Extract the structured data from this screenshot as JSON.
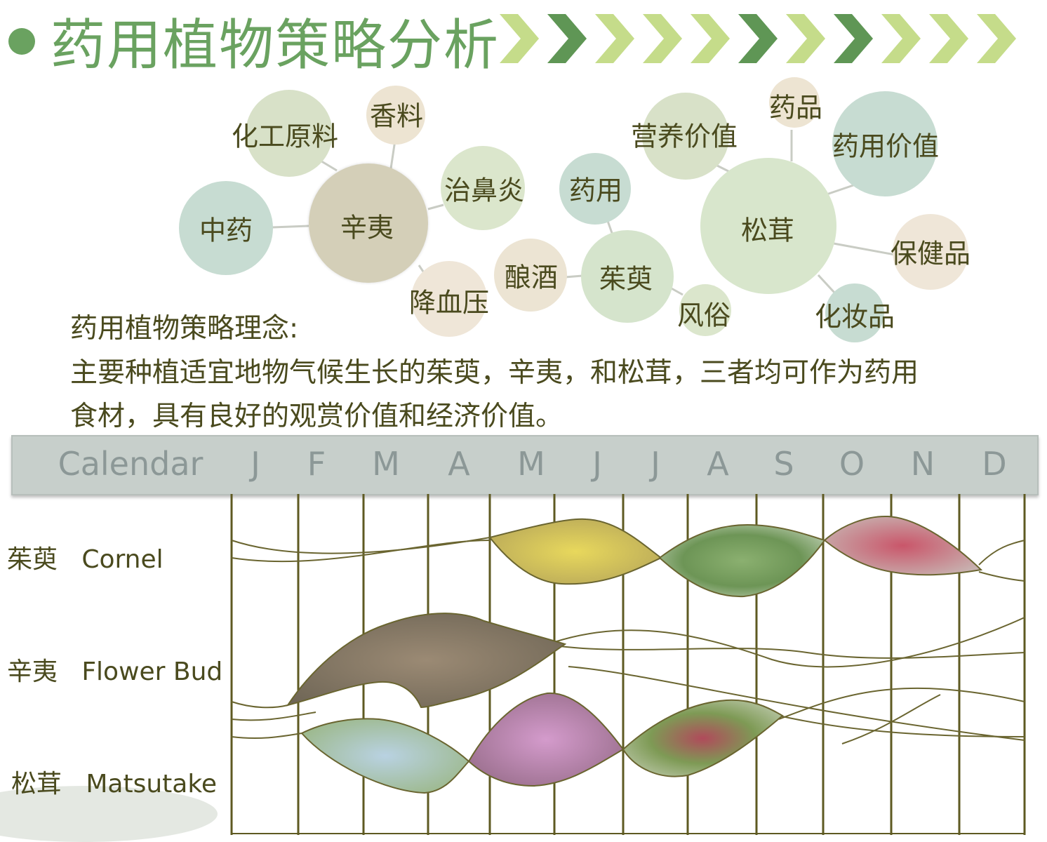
{
  "header": {
    "title": "药用植物策略分析"
  },
  "bubbles": {
    "xinyi": "辛夷",
    "zhongyao": "中药",
    "huagong": "化工原料",
    "xiangliao": "香料",
    "zhibiyan": "治鼻炎",
    "jiangxueya": "降血压",
    "niangjiu": "酿酒",
    "zhuyu": "茱萸",
    "yaoyong": "药用",
    "fengsu": "风俗",
    "songrong": "松茸",
    "yingyang": "营养价值",
    "yaopin": "药品",
    "yaoyongjiazhi": "药用价值",
    "baojianpin": "保健品",
    "huazhuangpin": "化妆品"
  },
  "concept": {
    "heading": "药用植物策略理念:",
    "line1": "主要种植适宜地物气候生长的茱萸，辛夷，和松茸，三者均可作为药用",
    "line2": "食材，具有良好的观赏价值和经济价值。"
  },
  "calendar": {
    "title": "Calendar",
    "months": [
      "J",
      "F",
      "M",
      "A",
      "M",
      "J",
      "J",
      "A",
      "S",
      "O",
      "N",
      "D"
    ]
  },
  "rows": {
    "row1": "茱萸   Cornel",
    "row2": "辛夷   Flower Bud",
    "row3": "松茸   Matsutake"
  },
  "colors": {
    "title_green": "#6aa260",
    "text_olive": "#4a4a1e",
    "grid_line": "#5e5a22",
    "chevron_light": "#c5dc8a",
    "chevron_dark": "#5f9655"
  }
}
